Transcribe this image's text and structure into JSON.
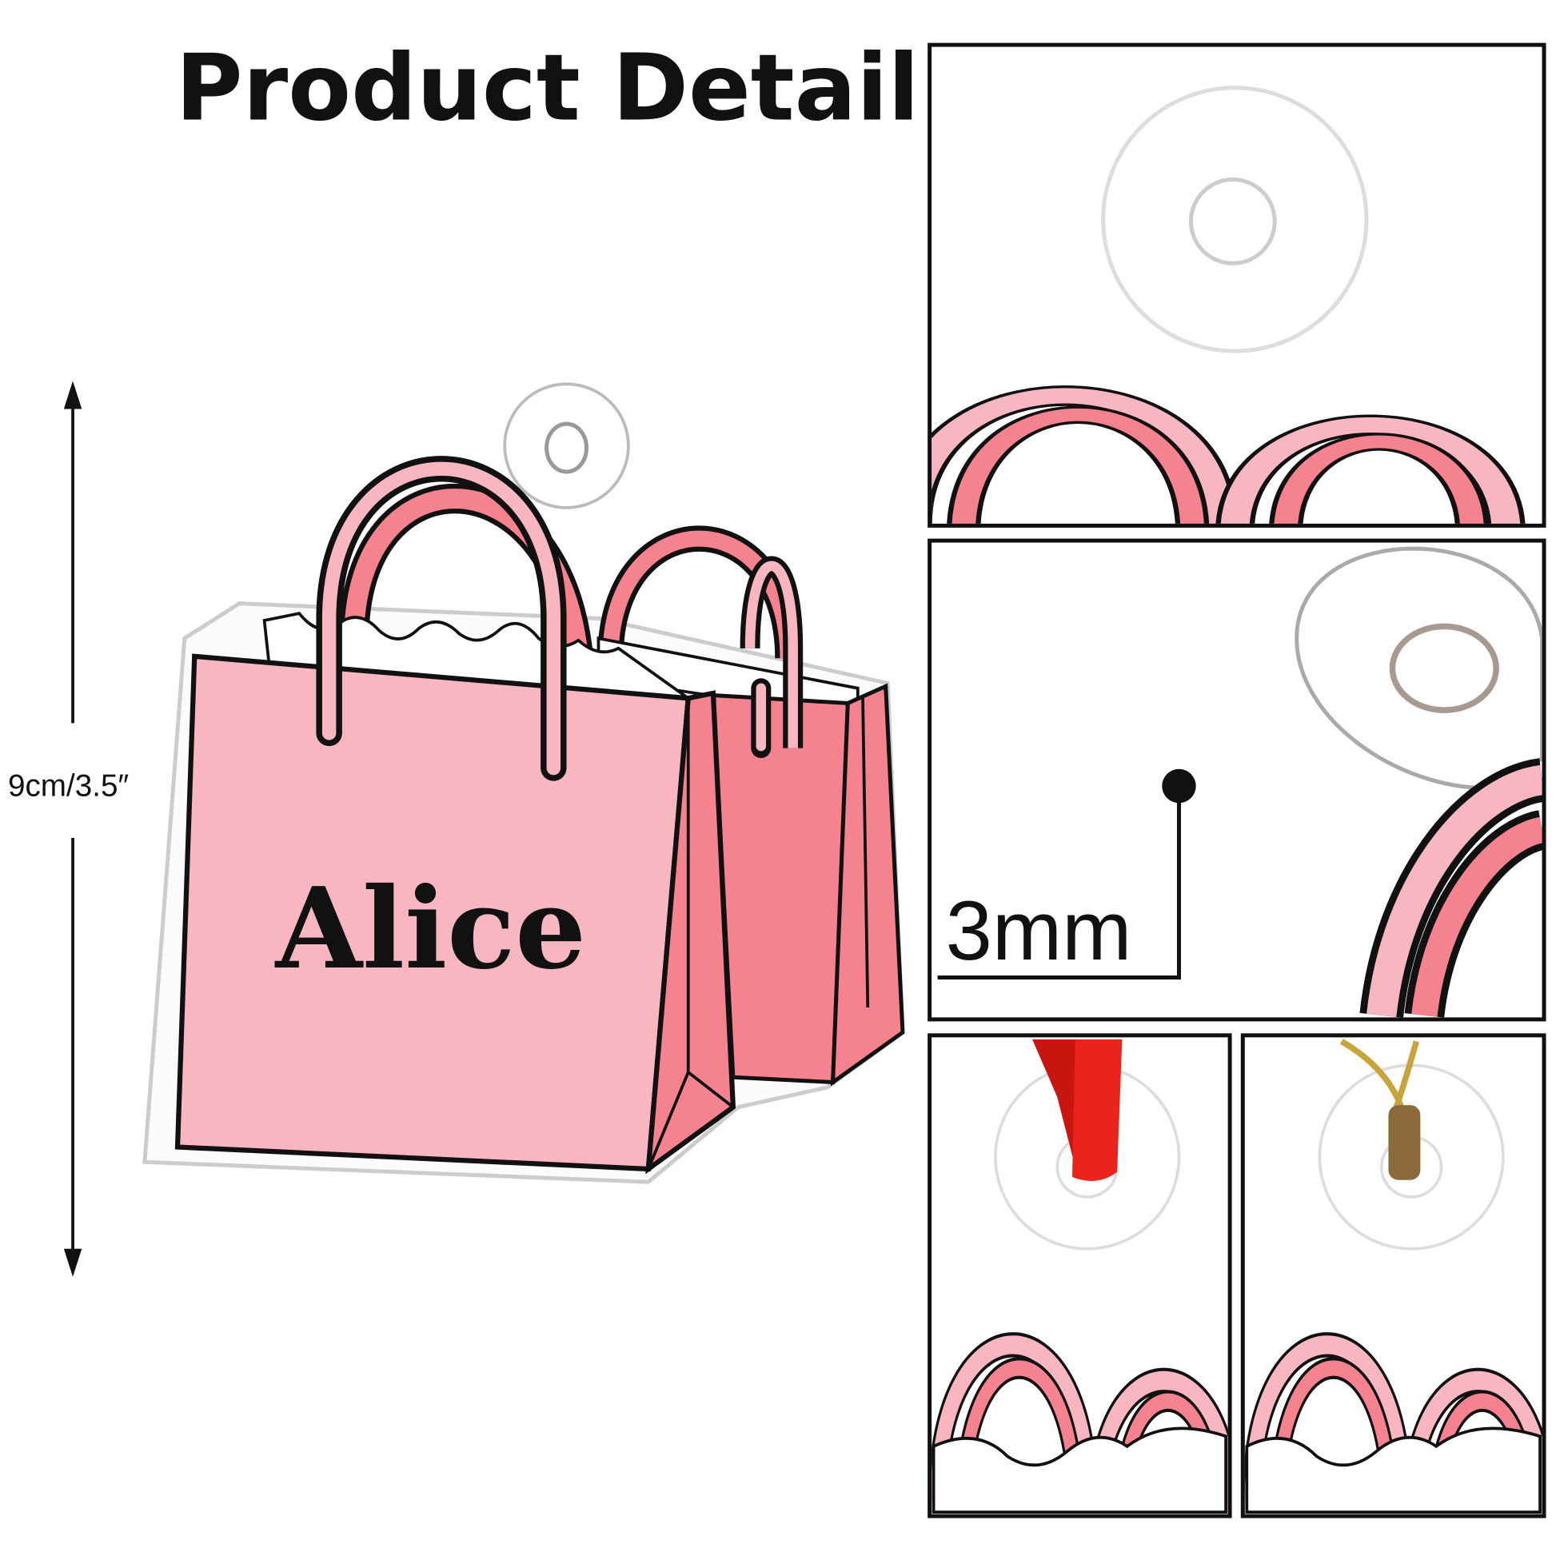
{
  "header": {
    "title": "Product Detail"
  },
  "dimension": {
    "label": "9cm/3.5″"
  },
  "product": {
    "personalized_name": "Alice"
  },
  "detail_panels": {
    "thickness_label": "3mm",
    "ribbon_color": "#e8241c",
    "gold_string_color": "#c9a43a"
  },
  "colors": {
    "bag_light": "#f7b6c0",
    "bag_mid": "#f5838f",
    "outline": "#111111"
  }
}
